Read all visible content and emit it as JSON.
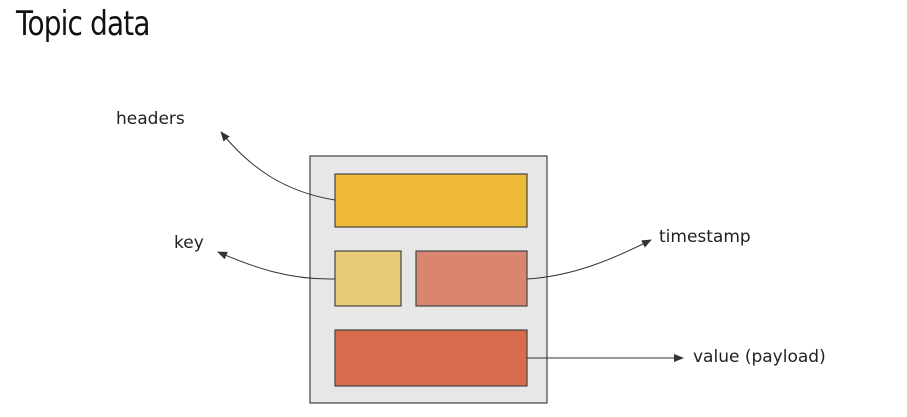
{
  "title": "Topic data",
  "labels": {
    "headers": "headers",
    "key": "key",
    "timestamp": "timestamp",
    "value": "value (payload)"
  },
  "colors": {
    "record_background": "#e7e7e7",
    "record_border": "#444444",
    "headers": "#efba37",
    "key": "#e7cc75",
    "timestamp": "#d98570",
    "value": "#d96b4d",
    "arrow": "#333333"
  }
}
